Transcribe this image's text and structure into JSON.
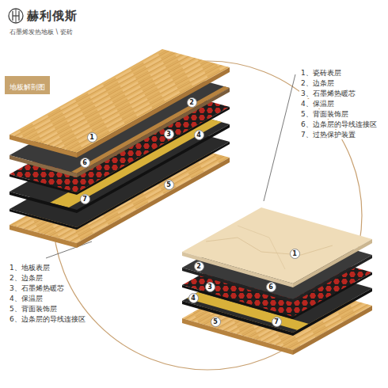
{
  "diagram": {
    "title": "赫利俄斯",
    "nodes": [
      {
        "text": [
          "地板解剖图"
        ]
      }
    ],
    "labels": [
      "石墨烯发热地板 \\ 瓷砖",
      "1、瓷砖表层",
      "2、边条层",
      "3、石墨烯热暖芯",
      "4、保温层",
      "5、背面装饰层",
      "6、边条层的导线连接区",
      "7、过热保护装置",
      "1、地板表层",
      "2、边条层",
      "3、石墨烯热暖芯",
      "4、保温层",
      "5、背面装饰层",
      "6、边条层的导线连接区",
      "1",
      "2",
      "3",
      "4",
      "6",
      "7",
      "5",
      "1",
      "2",
      "3",
      "4",
      "5",
      "6",
      "7"
    ]
  }
}
